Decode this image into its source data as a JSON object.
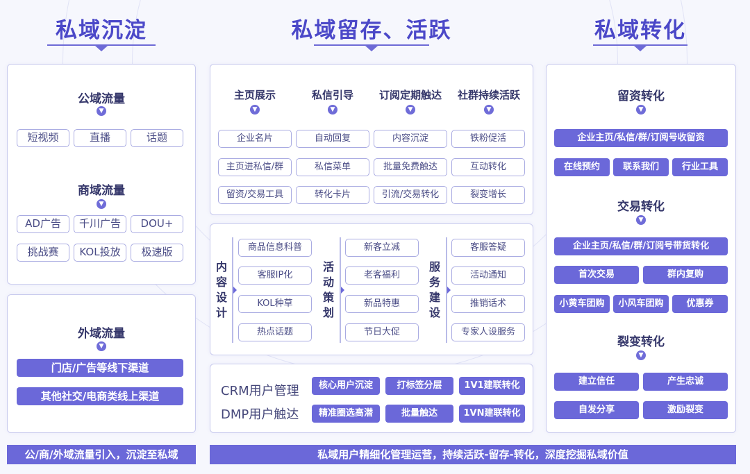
{
  "titles": {
    "left": "私域沉淀",
    "middle": "私域留存、活跃",
    "right": "私域转化"
  },
  "left": {
    "gongyu": {
      "head": "公域流量",
      "items": [
        "短视频",
        "直播",
        "话题"
      ]
    },
    "shangyu": {
      "head": "商域流量",
      "items": [
        "AD广告",
        "千川广告",
        "DOU+",
        "挑战赛",
        "KOL投放",
        "极速版"
      ]
    },
    "waiyu": {
      "head": "外域流量",
      "items": [
        "门店/广告等线下渠道",
        "其他社交/电商类线上渠道"
      ]
    }
  },
  "middle": {
    "top": {
      "columns": [
        {
          "head": "主页展示",
          "items": [
            "企业名片",
            "主页进私信/群",
            "留资/交易工具"
          ]
        },
        {
          "head": "私信引导",
          "items": [
            "自动回复",
            "私信菜单",
            "转化卡片"
          ]
        },
        {
          "head": "订阅定期触达",
          "items": [
            "内容沉淀",
            "批量免费触达",
            "引流/交易转化"
          ]
        },
        {
          "head": "社群持续活跃",
          "items": [
            "铁粉促活",
            "互动转化",
            "裂变增长"
          ]
        }
      ]
    },
    "mid": {
      "groups": [
        {
          "label": "内容设计",
          "items": [
            "商品信息科普",
            "客服IP化",
            "KOL种草",
            "热点话题"
          ]
        },
        {
          "label": "活动策划",
          "items": [
            "新客立减",
            "老客福利",
            "新品特惠",
            "节日大促"
          ]
        },
        {
          "label": "服务建设",
          "items": [
            "客服答疑",
            "活动通知",
            "推销话术",
            "专家人设服务"
          ]
        }
      ]
    },
    "bottom": {
      "rows": [
        {
          "label": "CRM用户管理",
          "items": [
            "核心用户沉淀",
            "打标签分层",
            "1V1建联转化"
          ]
        },
        {
          "label": "DMP用户触达",
          "items": [
            "精准圈选高潜",
            "批量触达",
            "1VN建联转化"
          ]
        }
      ]
    }
  },
  "right": {
    "liuzi": {
      "head": "留资转化",
      "wide": "企业主页/私信/群/订阅号收留资",
      "items": [
        "在线预约",
        "联系我们",
        "行业工具"
      ]
    },
    "jiaoyi": {
      "head": "交易转化",
      "wide": "企业主页/私信/群/订阅号带货转化",
      "row1": [
        "首次交易",
        "群内复购"
      ],
      "row2": [
        "小黄车团购",
        "小风车团购",
        "优惠券"
      ]
    },
    "liebian": {
      "head": "裂变转化",
      "row1": [
        "建立信任",
        "产生忠诚"
      ],
      "row2": [
        "自发分享",
        "激励裂变"
      ]
    }
  },
  "footer": {
    "left": "公/商/外域流量引入，沉淀至私域",
    "right": "私域用户精细化管理运营，持续活跃-留存-转化，深度挖掘私域价值"
  },
  "colors": {
    "accent": "#6b68d9",
    "title": "#4b48c8",
    "border": "#c9cbee"
  },
  "icons": {
    "chevron": "chevron-down-icon",
    "arrow": "arrow-right-icon"
  }
}
